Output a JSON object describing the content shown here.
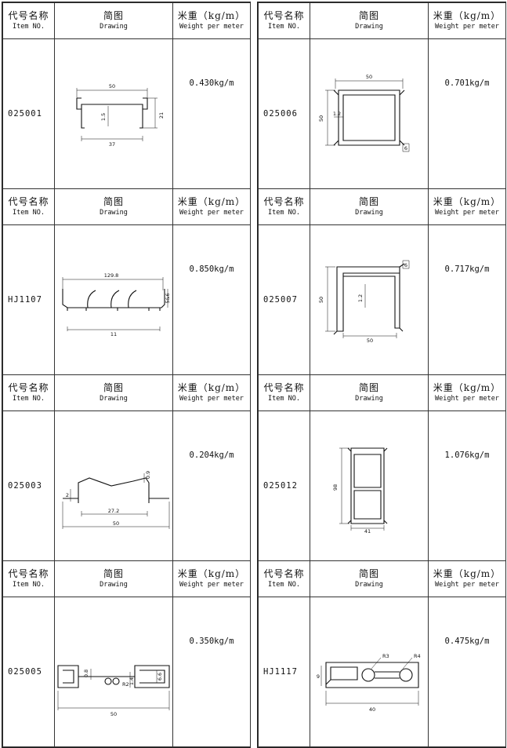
{
  "headers": {
    "code_cn": "代号名称",
    "code_en": "Item NO.",
    "drawing_cn": "简图",
    "drawing_en": "Drawing",
    "weight_cn": "米重（kg/m）",
    "weight_en": "Weight per meter"
  },
  "left_items": [
    {
      "code": "025001",
      "weight": "0.430kg/m",
      "dims": {
        "top": "50",
        "bottom": "37",
        "height": "21",
        "inner": "1.5"
      }
    },
    {
      "code": "HJ1107",
      "weight": "0.850kg/m",
      "dims": {
        "top": "129.8",
        "bottom": "11",
        "height": "5&6"
      }
    },
    {
      "code": "025003",
      "weight": "0.204kg/m",
      "dims": {
        "mid": "27.2",
        "total": "50",
        "side": "2",
        "thick": "0.9"
      }
    },
    {
      "code": "025005",
      "weight": "0.350kg/m",
      "dims": {
        "total": "50",
        "thick": "0.8",
        "height": "6.6",
        "mid": "1.4",
        "r": "R2"
      }
    }
  ],
  "right_items": [
    {
      "code": "025006",
      "weight": "0.701kg/m",
      "dims": {
        "top": "50",
        "height": "50",
        "wall": "1.2",
        "corner": "6"
      }
    },
    {
      "code": "025007",
      "weight": "0.717kg/m",
      "dims": {
        "bottom": "50",
        "height": "50",
        "wall": "1.2",
        "corner": "6"
      }
    },
    {
      "code": "025012",
      "weight": "1.076kg/m",
      "dims": {
        "height": "98",
        "width": "41"
      }
    },
    {
      "code": "HJ1117",
      "weight": "0.475kg/m",
      "dims": {
        "width": "40",
        "height": "9",
        "r1": "R3",
        "r2": "R4"
      }
    }
  ]
}
